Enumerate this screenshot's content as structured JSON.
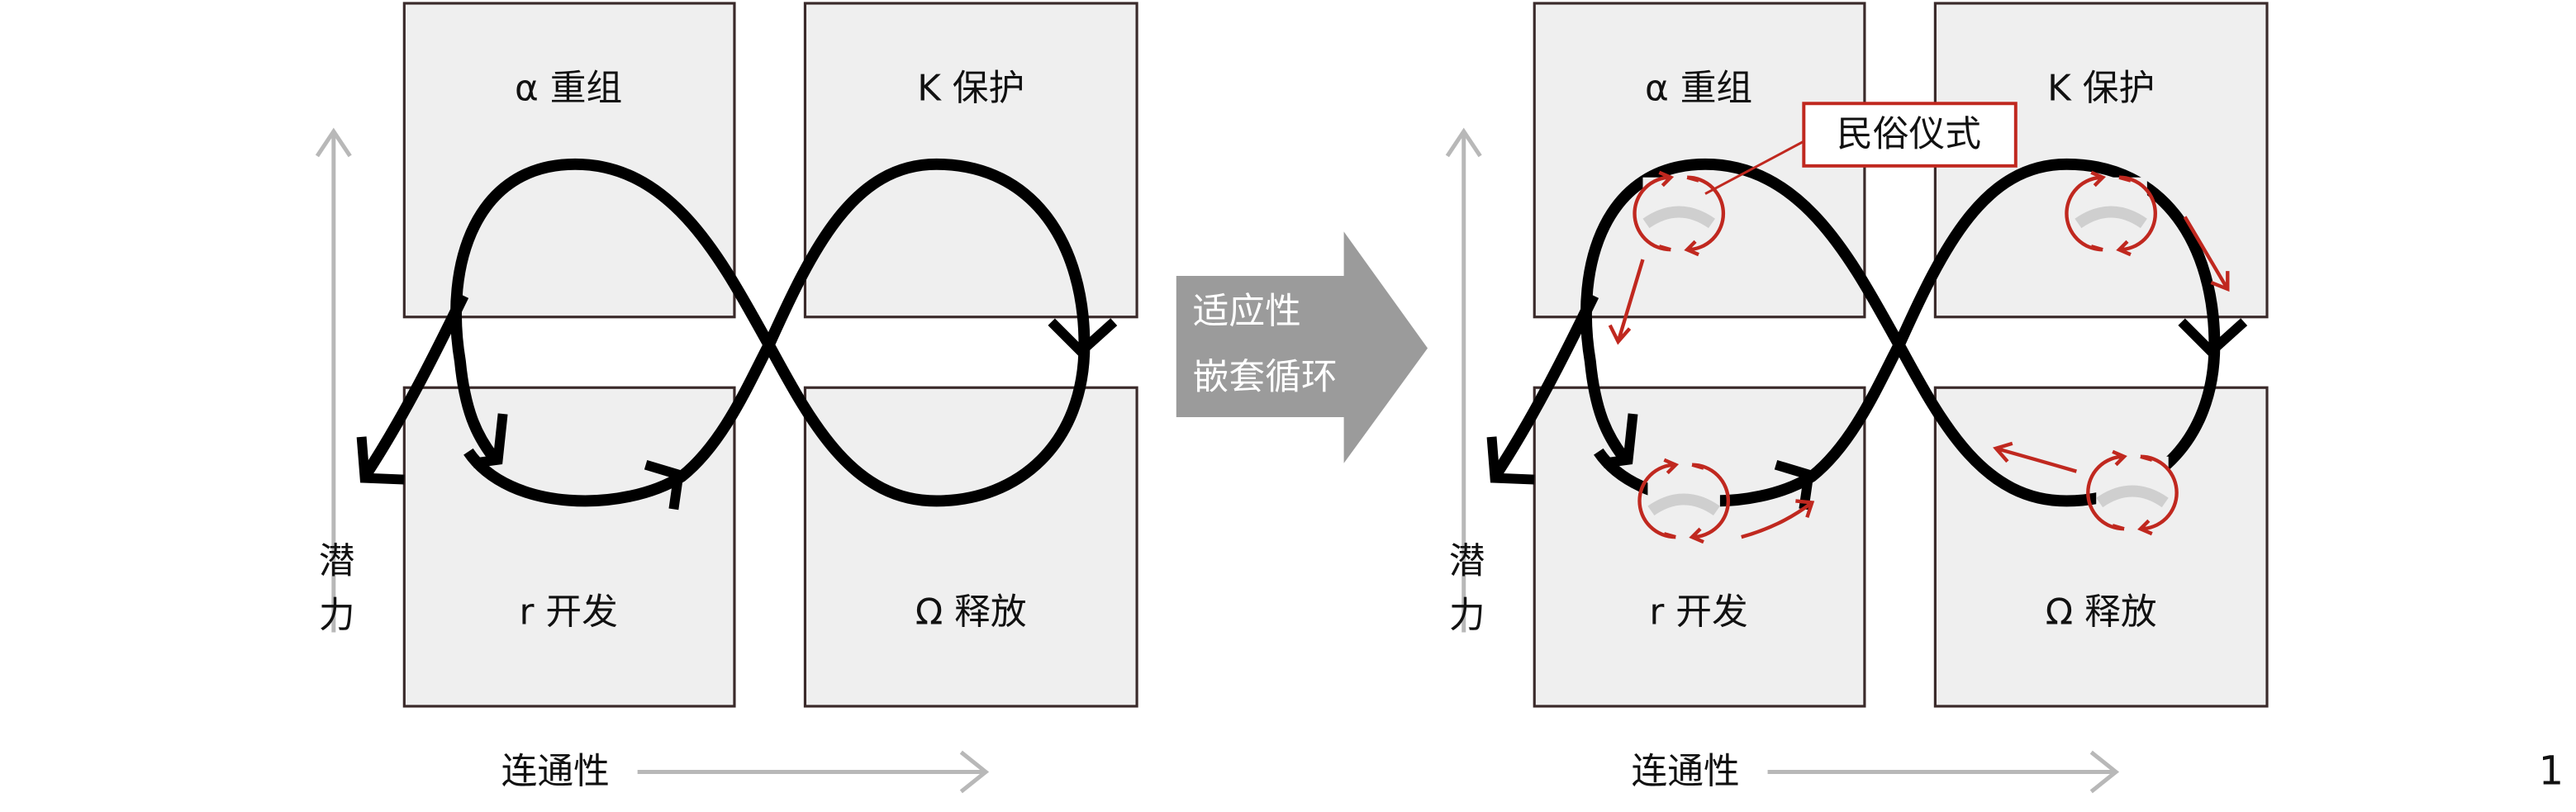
{
  "left_panel": {
    "quadrants": {
      "alpha": "α 重组",
      "k": "K 保护",
      "r": "r 开发",
      "omega": "Ω 释放"
    },
    "y_axis_label": [
      "潜",
      "力"
    ],
    "x_axis_label": "连通性"
  },
  "transition_arrow": {
    "lines": [
      "适应性",
      "嵌套循环"
    ],
    "color": "#9b9b9b"
  },
  "right_panel": {
    "quadrants": {
      "alpha": "α 重组",
      "k": "K 保护",
      "r": "r 开发",
      "omega": "Ω 释放"
    },
    "callout": "民俗仪式",
    "y_axis_label": [
      "潜",
      "力"
    ],
    "x_axis_label": "连通性"
  },
  "page_number": "1",
  "colors": {
    "accent_red": "#c0281f",
    "box_fill": "#efefef",
    "axis_grey": "#b8b8b8"
  }
}
